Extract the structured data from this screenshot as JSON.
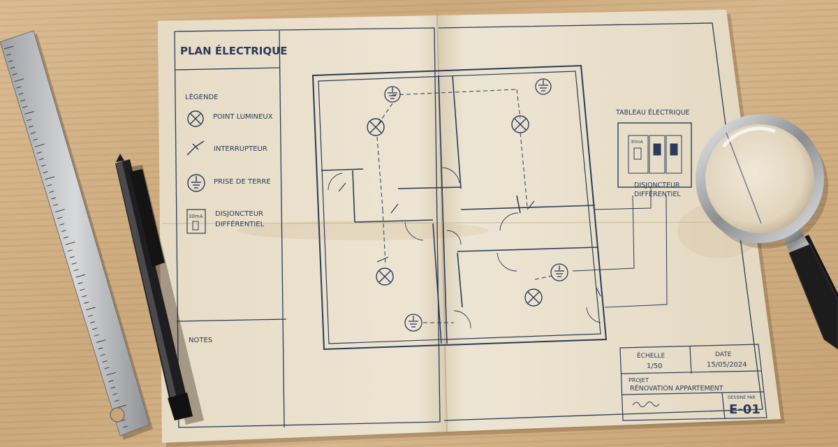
{
  "plan": {
    "title": "PLAN ÉLECTRIQUE",
    "legend": {
      "heading": "LÉGENDE",
      "items": [
        {
          "label": "POINT LUMINEUX",
          "icon": "light-point-icon"
        },
        {
          "label": "INTERRUPTEUR",
          "icon": "switch-icon"
        },
        {
          "label": "PRISE DE TERRE",
          "icon": "earth-socket-icon"
        },
        {
          "label": "DISJONCTEUR DIFFÉRENTIEL",
          "label_line1": "DISJONCTEUR",
          "label_line2": "DIFFÉRENTIEL",
          "icon": "breaker-icon",
          "icon_text": "30mA"
        }
      ]
    },
    "notes_heading": "NOTES",
    "panel": {
      "heading": "TABLEAU ÉLECTRIQUE",
      "label_line1": "DISJONCTEUR",
      "label_line2": "DIFFÉRENTIEL",
      "module_text": "30mA"
    },
    "title_block": {
      "scale_label": "ÉCHELLE",
      "scale_value": "1/50",
      "date_label": "DATE",
      "date_value": "15/05/2024",
      "project_label": "PROJET",
      "project_value": "RÉNOVATION APPARTEMENT",
      "drawn_label": "DESSINÉ PAR",
      "sheet": "E-01"
    }
  },
  "colors": {
    "ink": "#2c3a5a",
    "paper": "#ece3d0",
    "wood": "#d2b287"
  }
}
